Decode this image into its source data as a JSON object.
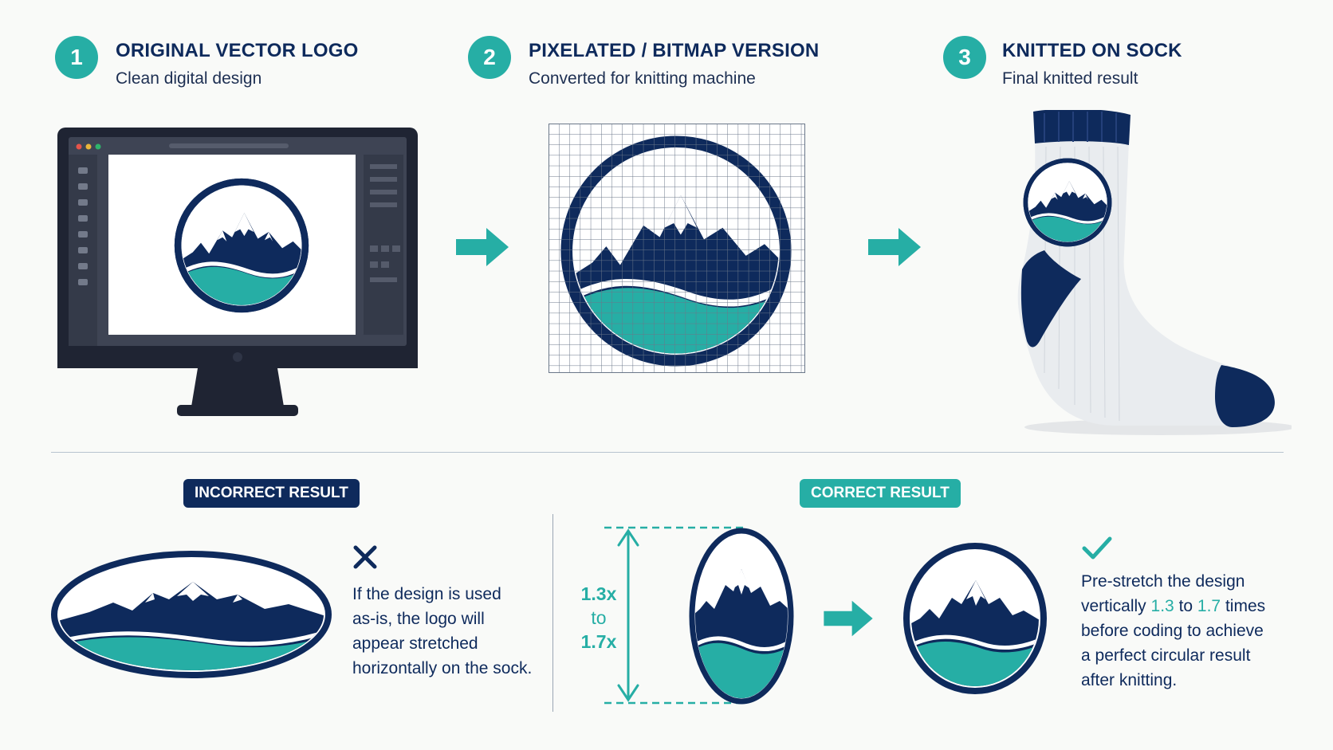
{
  "steps": [
    {
      "number": "1",
      "title": "ORIGINAL VECTOR LOGO",
      "subtitle": "Clean digital design"
    },
    {
      "number": "2",
      "title": "PIXELATED / BITMAP VERSION",
      "subtitle": "Converted for knitting machine"
    },
    {
      "number": "3",
      "title": "KNITTED ON SOCK",
      "subtitle": "Final knitted result"
    }
  ],
  "incorrect": {
    "badge": "INCORRECT RESULT",
    "icon": "x-mark-icon",
    "note_lines": [
      "If the design is used",
      "as-is, the logo will",
      "appear stretched",
      "horizontally on the sock."
    ]
  },
  "correct": {
    "badge": "CORRECT RESULT",
    "icon": "check-mark-icon",
    "ratio": {
      "from": "1.3x",
      "to_word": "to",
      "to": "1.7x"
    },
    "note": {
      "line1": "Pre-stretch the design",
      "line2_a": "vertically ",
      "line2_v1": "1.3",
      "line2_b": " to ",
      "line2_v2": "1.7",
      "line2_c": " times",
      "line3": "before coding to achieve",
      "line4": "a perfect circular result",
      "line5": "after knitting."
    }
  },
  "colors": {
    "navy": "#0e2a5c",
    "teal": "#26aea5",
    "background": "#f9faf8"
  }
}
